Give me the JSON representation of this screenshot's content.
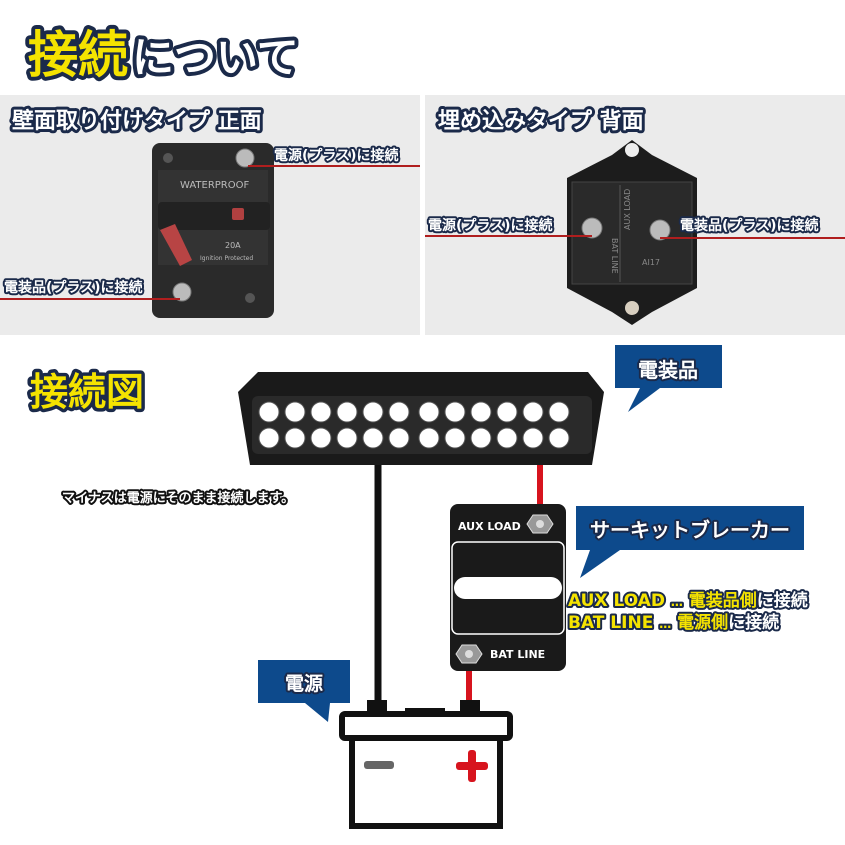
{
  "title": {
    "part1": "接続",
    "part2": "について"
  },
  "photos": {
    "left": {
      "heading": "壁面取り付けタイプ 正面",
      "label_top": "電源(プラス)に接続",
      "label_bottom": "電装品(プラス)に接続",
      "device_text": "WATERPROOF",
      "rating": "20A",
      "device_subtext": "Ignition Protected"
    },
    "right": {
      "heading": "埋め込みタイプ 背面",
      "label_left": "電源(プラス)に接続",
      "label_right": "電装品(プラス)に接続",
      "device_text_1": "BAT LINE",
      "device_text_2": "AUX LOAD",
      "device_text_3": "AI17"
    }
  },
  "diagram": {
    "heading": "接続図",
    "light_callout": "電装品",
    "minus_note": "マイナスは電源にそのまま接続します。",
    "breaker_callout": "サーキットブレーカー",
    "breaker": {
      "aux_label": "AUX LOAD",
      "bat_label": "BAT LINE"
    },
    "legend": [
      {
        "term": "AUX LOAD",
        "dots": "…",
        "target": "電装品側",
        "suffix": "に接続"
      },
      {
        "term": "BAT LINE",
        "dots": "…",
        "target": "電源側",
        "suffix": "に接続"
      }
    ],
    "battery_callout": "電源",
    "battery_minus": "−",
    "battery_plus": "+"
  },
  "colors": {
    "yellow": "#f5e300",
    "blue": "#0d4a8c",
    "red": "#d7141e",
    "dark": "#1a1a1a",
    "outline": "#1b2a4a"
  }
}
